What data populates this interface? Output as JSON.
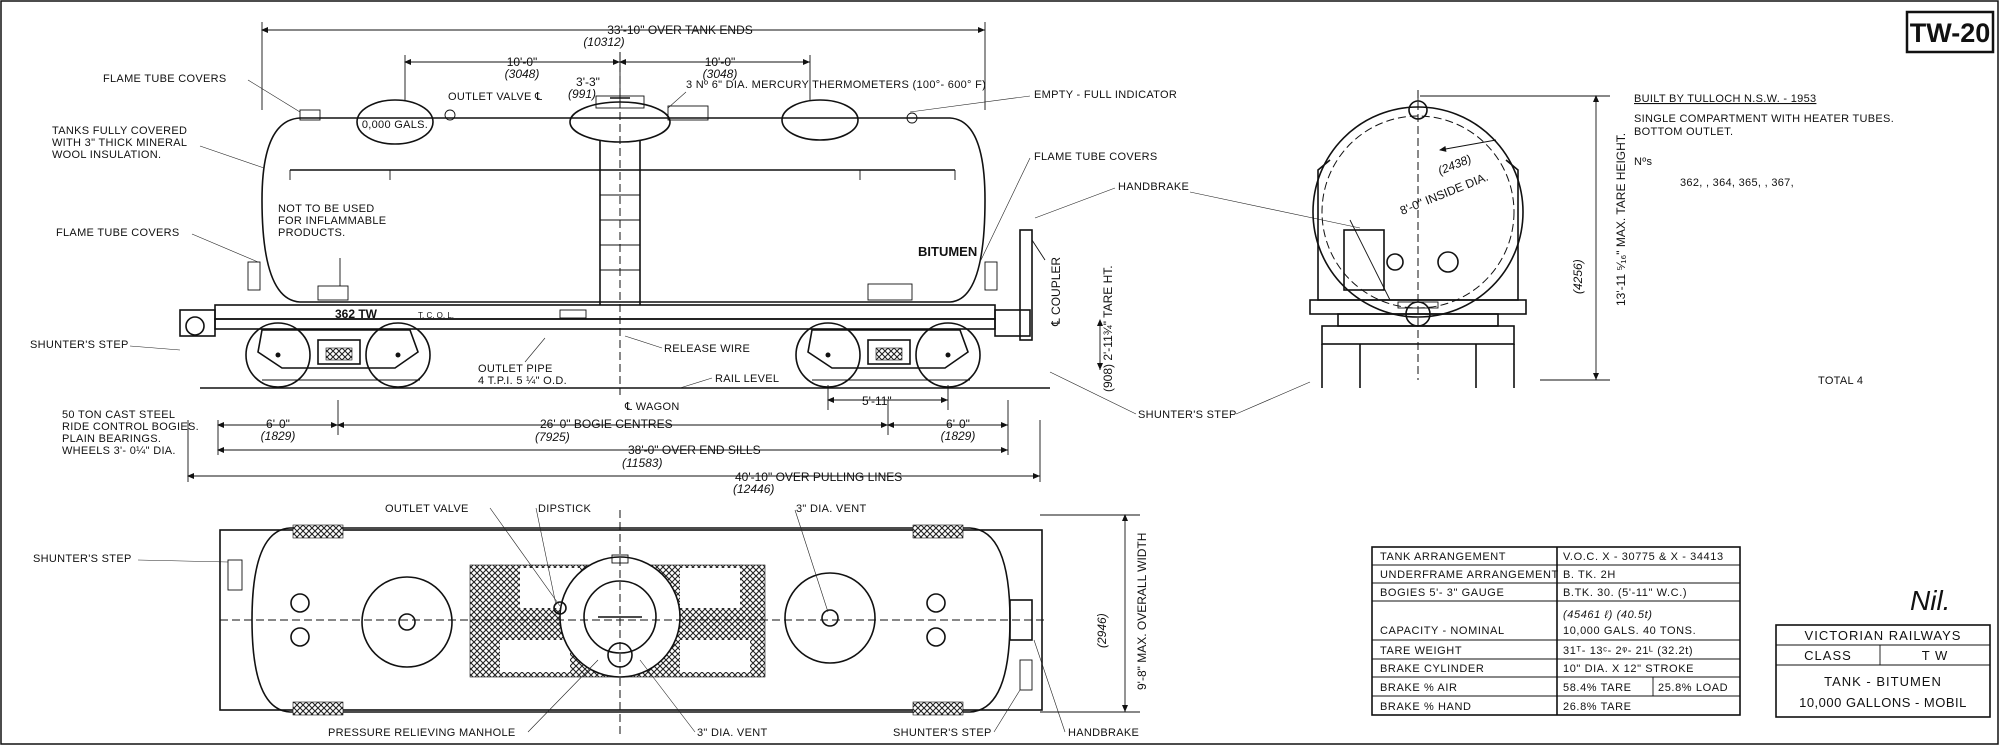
{
  "sheet_id": "TW-20",
  "side_view": {
    "dim_over_tank_ends": "33'-10\" OVER TANK ENDS",
    "dim_over_tank_ends_mm": "(10312)",
    "dim_10_0_a": "10'-0\"",
    "dim_10_0_a_mm": "(3048)",
    "dim_10_0_b": "10'-0\"",
    "dim_10_0_b_mm": "(3048)",
    "dim_3_3": "3'-3\"",
    "dim_3_3_mm": "(991)",
    "thermometers": "3 Nº 6\" DIA. MERCURY THERMOMETERS (100°- 600° F)",
    "outlet_valve": "OUTLET VALVE ℄",
    "empty_full_indicator": "EMPTY - FULL INDICATOR",
    "flame_tube_covers_top": "FLAME TUBE COVERS",
    "tanks_insulation": [
      "TANKS FULLY COVERED",
      "WITH 3\" THICK MINERAL",
      "WOOL INSULATION."
    ],
    "dome_label": "0,000 GALS.",
    "not_flammable": [
      "NOT TO BE USED",
      "FOR INFLAMMABLE",
      "PRODUCTS."
    ],
    "flame_tube_covers_left": "FLAME TUBE COVERS",
    "flame_tube_covers_right": "FLAME TUBE COVERS",
    "handbrake": "HANDBRAKE",
    "bitumen": "BITUMEN",
    "number_plate": "362 TW",
    "tare_marking": "T. C. Q. L.",
    "coupler": "℄ COUPLER",
    "shunters_step": "SHUNTER'S STEP",
    "release_wire": "RELEASE WIRE",
    "outlet_pipe": [
      "OUTLET PIPE",
      "4 T.P.I. 5 ¼\" O.D."
    ],
    "rail_level": "RAIL LEVEL",
    "wagon_cl": "℄ WAGON",
    "tare_ht": "(908) 2'-11¾\" TARE HT.",
    "dim_5_11": "5'-11\"",
    "bogies_note": [
      "50 TON CAST STEEL",
      "RIDE CONTROL BOGIES.",
      "PLAIN BEARINGS.",
      "WHEELS 3'- 0¼\" DIA."
    ],
    "dim_6_0_a": "6'-0\"",
    "dim_6_0_a_mm": "(1829)",
    "dim_6_0_b": "6'-0\"",
    "dim_6_0_b_mm": "(1829)",
    "dim_bogie_centres": "26'-0\" BOGIE CENTRES",
    "dim_bogie_centres_mm": "(7925)",
    "dim_end_sills": "38'-0\" OVER END SILLS",
    "dim_end_sills_mm": "(11583)",
    "dim_pulling_lines": "40'-10\" OVER PULLING LINES",
    "dim_pulling_lines_mm": "(12446)"
  },
  "end_view": {
    "inside_dia": "8'-0\" INSIDE DIA.",
    "inside_dia_mm": "(2438)",
    "max_tare_height": "13'-11 ⁵⁄₁₆\" MAX. TARE HEIGHT.",
    "max_tare_height_mm": "(4256)",
    "shunters_step": "SHUNTER'S STEP"
  },
  "notes": {
    "built_by": "BUILT BY TULLOCH N.S.W. - 1953",
    "compartment": [
      "SINGLE COMPARTMENT WITH HEATER TUBES.",
      "BOTTOM OUTLET."
    ],
    "nos_label": "Nºs",
    "nos_values": "362,      , 364,  365,        , 367,",
    "total": "TOTAL  4"
  },
  "plan_view": {
    "outlet_valve": "OUTLET VALVE",
    "dipstick": "DIPSTICK",
    "vent_top": "3\" DIA. VENT",
    "shunters_step": "SHUNTER'S STEP",
    "pressure_manhole": "PRESSURE RELIEVING MANHOLE",
    "vent_bottom": "3\" DIA. VENT",
    "shunters_step_bottom": "SHUNTER'S STEP",
    "handbrake": "HANDBRAKE",
    "overall_width": "9'-8\" MAX. OVERALL WIDTH",
    "overall_width_mm": "(2946)"
  },
  "spec_table": {
    "rows": [
      {
        "label": "TANK ARRANGEMENT",
        "value": "V.O.C. X - 30775 & X - 34413"
      },
      {
        "label": "UNDERFRAME ARRANGEMENT",
        "value": "B. TK.  2H"
      },
      {
        "label": "BOGIES  5'- 3\" GAUGE",
        "value": "B.TK. 30.  (5'-11\" W.C.)"
      },
      {
        "label": "CAPACITY - NOMINAL",
        "value_top": "(45461 ℓ)        (40.5t)",
        "value": "10,000 GALS.     40 TONS."
      },
      {
        "label": "TARE  WEIGHT",
        "value": "31ᵀ- 13ᶜ- 2ᵠ- 21ᴸ  (32.2t)"
      },
      {
        "label": "BRAKE  CYLINDER",
        "value": "10\" DIA. X 12\" STROKE"
      },
      {
        "label": "BRAKE  %  AIR",
        "value": "58.4% TARE",
        "value2": "25.8% LOAD"
      },
      {
        "label": "BRAKE  %  HAND",
        "value": "26.8% TARE"
      }
    ]
  },
  "title_block": {
    "railway": "VICTORIAN  RAILWAYS",
    "class_label": "CLASS",
    "class_value": "T W",
    "type": "TANK - BITUMEN",
    "capacity": "10,000 GALLONS - MOBIL",
    "signature": "Nil."
  }
}
